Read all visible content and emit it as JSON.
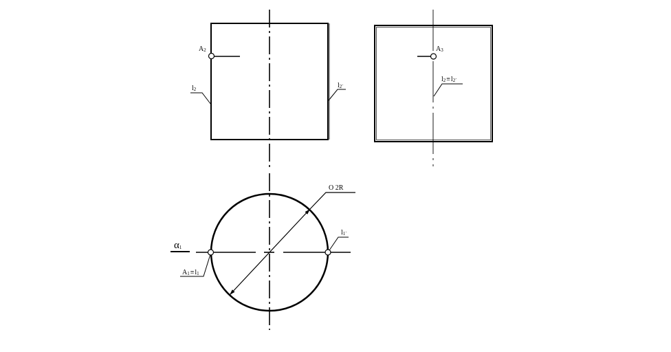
{
  "front_view": {
    "point_label": {
      "main": "A",
      "sub": "2"
    },
    "left_generator": {
      "main": "l",
      "sub": "2"
    },
    "right_generator": {
      "main": "l",
      "sub": "2`"
    }
  },
  "side_view": {
    "point_label": {
      "main": "A",
      "sub": "3"
    },
    "generator_label": {
      "main": "l",
      "sub": "2",
      "equiv": "≡",
      "main2": "l",
      "sub2": "2`"
    }
  },
  "top_view": {
    "diameter_label": "O 2R",
    "right_generator": {
      "main": "l",
      "sub": "1`"
    },
    "plane_label": {
      "main": "α",
      "sub": "1"
    },
    "point_label": {
      "main": "A",
      "sub": "1",
      "equiv": "≡",
      "main2": "l",
      "sub2": "1"
    }
  },
  "colors": {
    "line": "#000000",
    "background": "#ffffff"
  }
}
